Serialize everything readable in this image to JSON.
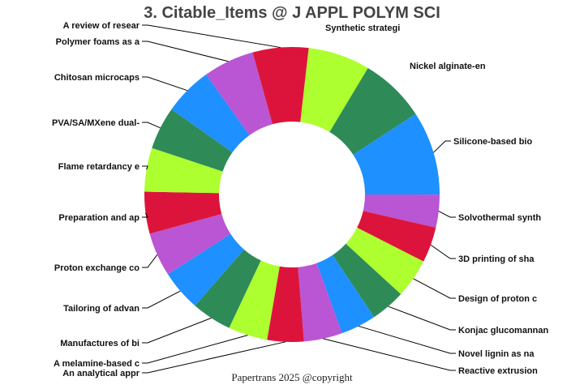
{
  "chart_data": {
    "type": "pie",
    "donut": true,
    "title": "3. Citable_Items @ J APPL POLYM SCI",
    "direction": "clockwise",
    "colors": [
      "#adff2f",
      "#2e8b57",
      "#1e90ff",
      "#ba55d3",
      "#dc143c"
    ],
    "slices": [
      {
        "label": "Synthetic strategi",
        "value": 6.8
      },
      {
        "label": "Nickel alginate-en",
        "value": 7.2
      },
      {
        "label": "Silicone-based bio",
        "value": 9.2
      },
      {
        "label": "Solvothermal synth",
        "value": 3.6
      },
      {
        "label": "3D printing of sha",
        "value": 3.9
      },
      {
        "label": "Design of proton c",
        "value": 4.3
      },
      {
        "label": "Konjac glucomannan",
        "value": 3.8
      },
      {
        "label": "Novel lignin as na",
        "value": 3.9
      },
      {
        "label": "Reactive extrusion",
        "value": 4.2
      },
      {
        "label": "An analytical appr",
        "value": 4.0
      },
      {
        "label": "A melamine-based c",
        "value": 4.3
      },
      {
        "label": "Manufactures of bi",
        "value": 4.4
      },
      {
        "label": "Tailoring of advan",
        "value": 4.5
      },
      {
        "label": "Proton exchange co",
        "value": 4.8
      },
      {
        "label": "Preparation and ap",
        "value": 4.6
      },
      {
        "label": "Flame retardancy e",
        "value": 4.8
      },
      {
        "label": "PVA/SA/MXene dual-",
        "value": 4.7
      },
      {
        "label": "Chitosan microcaps",
        "value": 5.3
      },
      {
        "label": "Polymer foams as a",
        "value": 5.6
      },
      {
        "label": "A review of resear",
        "value": 6.1
      }
    ]
  },
  "footer": "Papertrans 2025 @copyright"
}
